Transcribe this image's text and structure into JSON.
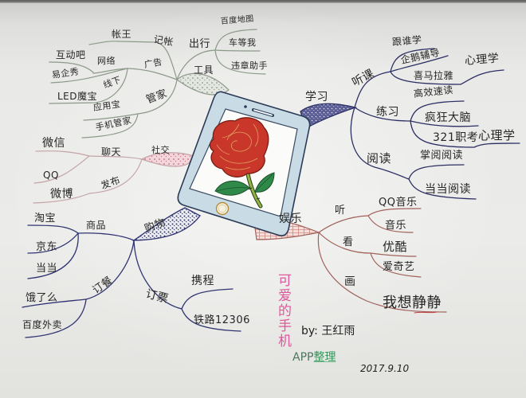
{
  "signature": {
    "title": "可爱的手机",
    "author": "by: 王红雨",
    "note_prefix": "APP",
    "note_suffix": "整理",
    "date": "2017.9.10"
  },
  "center": {
    "icon": "smartphone-icon",
    "screen_art": "rose-icon"
  },
  "colors": {
    "paper": "#ebebe9",
    "tools_branch": "#8d9a8a",
    "study_branch": "#2c2f63",
    "social_branch": "#c4a4a8",
    "shopping_branch": "#2f3470",
    "entertainment_branch": "#a0625a",
    "phone_body": "#c9dce6",
    "rose": "#c8372a",
    "leaf": "#2f8a4a",
    "title_pink": "#e0569b",
    "note_green": "#2e9a58"
  },
  "branches": {
    "tools": {
      "label": "工具",
      "children": [
        {
          "label": "记帐",
          "children": [
            {
              "label": "帐王"
            }
          ]
        },
        {
          "label": "出行",
          "children": [
            {
              "label": "百度地图"
            },
            {
              "label": "车等我"
            },
            {
              "label": "违章助手"
            }
          ]
        },
        {
          "label": "广告",
          "children": [
            {
              "label": "网络",
              "children": [
                {
                  "label": "互动吧"
                },
                {
                  "label": "易企秀"
                }
              ]
            },
            {
              "label": "线下",
              "children": [
                {
                  "label": "LED魔宝"
                }
              ]
            }
          ]
        },
        {
          "label": "管家",
          "children": [
            {
              "label": "应用宝"
            },
            {
              "label": "手机管家"
            }
          ]
        }
      ]
    },
    "study": {
      "label": "学习",
      "children": [
        {
          "label": "听课",
          "children": [
            {
              "label": "跟谁学"
            },
            {
              "label": "企鹅辅导"
            },
            {
              "label": "喜马拉雅",
              "children": [
                {
                  "label": "心理学"
                }
              ]
            }
          ]
        },
        {
          "label": "练习",
          "children": [
            {
              "label": "高效速读"
            },
            {
              "label": "疯狂大脑"
            },
            {
              "label": "321职考",
              "children": [
                {
                  "label": "心理学"
                }
              ]
            }
          ]
        },
        {
          "label": "阅读",
          "children": [
            {
              "label": "掌阅阅读"
            },
            {
              "label": "当当阅读"
            }
          ]
        }
      ]
    },
    "social": {
      "label": "社交",
      "children": [
        {
          "label": "聊天",
          "children": [
            {
              "label": "微信"
            },
            {
              "label": "QQ"
            }
          ]
        },
        {
          "label": "发布",
          "children": [
            {
              "label": "微博"
            }
          ]
        }
      ]
    },
    "shopping": {
      "label": "购物",
      "children": [
        {
          "label": "商品",
          "children": [
            {
              "label": "淘宝"
            },
            {
              "label": "京东"
            },
            {
              "label": "当当"
            }
          ]
        },
        {
          "label": "订餐",
          "children": [
            {
              "label": "饿了么"
            },
            {
              "label": "百度外卖"
            }
          ]
        },
        {
          "label": "订票",
          "children": [
            {
              "label": "携程"
            },
            {
              "label": "铁路12306"
            }
          ]
        }
      ]
    },
    "entertainment": {
      "label": "娱乐",
      "children": [
        {
          "label": "听",
          "children": [
            {
              "label": "QQ音乐"
            },
            {
              "label": "音乐"
            }
          ]
        },
        {
          "label": "看",
          "children": [
            {
              "label": "优酷"
            },
            {
              "label": "爱奇艺"
            }
          ]
        },
        {
          "label": "画",
          "children": [
            {
              "label": "我想静静"
            }
          ]
        }
      ]
    }
  }
}
